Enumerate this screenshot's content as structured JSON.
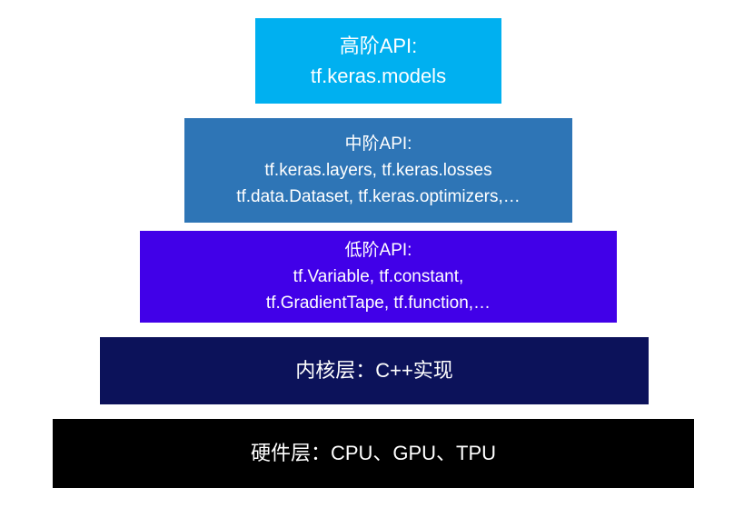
{
  "layers": [
    {
      "id": "high",
      "color": "#00b0f0",
      "lines": [
        "高阶API:",
        "tf.keras.models"
      ]
    },
    {
      "id": "mid",
      "color": "#2e75b6",
      "lines": [
        "中阶API:",
        "tf.keras.layers, tf.keras.losses",
        "tf.data.Dataset, tf.keras.optimizers,…"
      ]
    },
    {
      "id": "low",
      "color": "#4100e8",
      "lines": [
        "低阶API:",
        "tf.Variable, tf.constant,",
        "tf.GradientTape, tf.function,…"
      ]
    },
    {
      "id": "kernel",
      "color": "#0c125a",
      "lines": [
        "内核层：C++实现"
      ]
    },
    {
      "id": "hardware",
      "color": "#000000",
      "lines": [
        "硬件层：CPU、GPU、TPU"
      ]
    }
  ]
}
